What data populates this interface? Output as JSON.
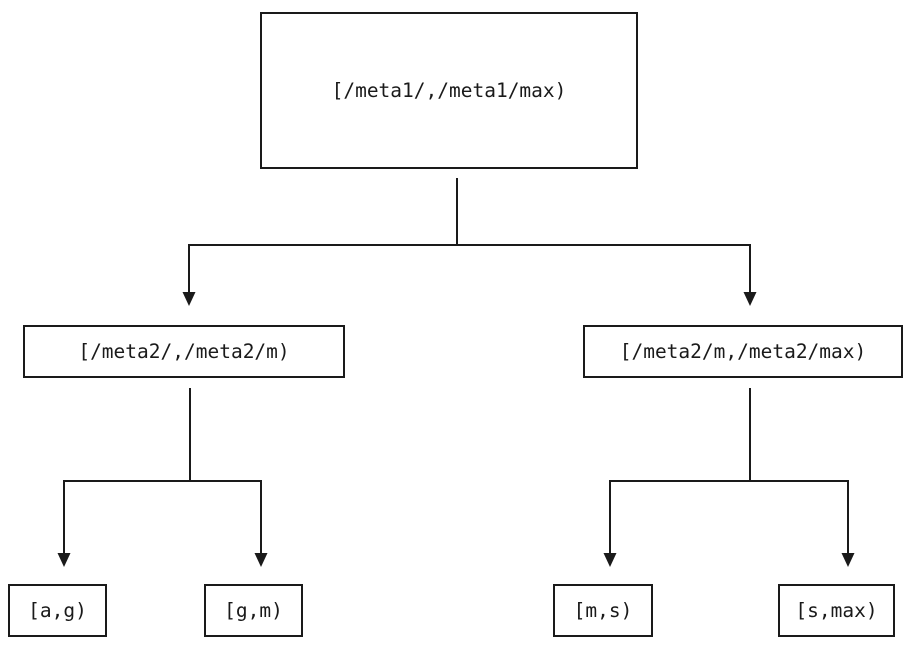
{
  "diagram": {
    "type": "tree",
    "background_color": "#ffffff",
    "line_color": "#1a1a1a",
    "text_color": "#1a1a1a",
    "nodes": {
      "root": {
        "label": "[/meta1/,/meta1/max)"
      },
      "meta2_left": {
        "label": "[/meta2/,/meta2/m)"
      },
      "meta2_right": {
        "label": "[/meta2/m,/meta2/max)"
      },
      "leaf_ag": {
        "label": "[a,g)"
      },
      "leaf_gm": {
        "label": "[g,m)"
      },
      "leaf_ms": {
        "label": "[m,s)"
      },
      "leaf_smax": {
        "label": "[s,max)"
      }
    },
    "edges": [
      {
        "from": "root",
        "to": "meta2_left"
      },
      {
        "from": "root",
        "to": "meta2_right"
      },
      {
        "from": "meta2_left",
        "to": "leaf_ag"
      },
      {
        "from": "meta2_left",
        "to": "leaf_gm"
      },
      {
        "from": "meta2_right",
        "to": "leaf_ms"
      },
      {
        "from": "meta2_right",
        "to": "leaf_smax"
      }
    ]
  }
}
